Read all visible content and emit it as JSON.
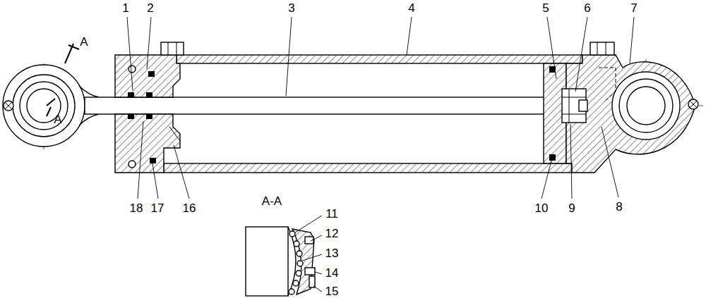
{
  "diagram": {
    "labels": [
      "1",
      "2",
      "3",
      "4",
      "5",
      "6",
      "7",
      "A",
      "A",
      "18",
      "17",
      "16",
      "10",
      "9",
      "8",
      "A-A",
      "11",
      "12",
      "13",
      "14",
      "15"
    ]
  }
}
